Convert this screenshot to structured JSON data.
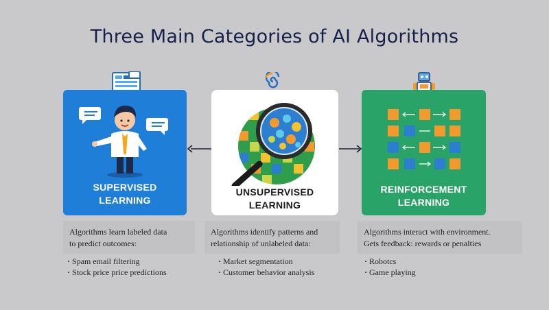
{
  "title": "Three Main Categories of AI Algorithms",
  "colors": {
    "background": "#c9c9cb",
    "supervised": "#1f7fd8",
    "unsupervised": "#ffffff",
    "reinforcement": "#2aa368",
    "title": "#16214a"
  },
  "categories": [
    {
      "label_line1": "SUPERVISED",
      "label_line2": "LEARNING",
      "icon": "person-with-speech-bubbles",
      "top_icon": "data-sheet-icon",
      "description_line1": "Algorithms learn labeled data",
      "description_line2": "to predict outcomes:",
      "examples": [
        "Spam email filtering",
        "Stock price price predictions"
      ]
    },
    {
      "label_line1": "UNSUPERVISED",
      "label_line2": "LEARNING",
      "icon": "magnifying-glass-clusters",
      "top_icon": "spiral-icon",
      "description_line1": "Algorithms identify patterns and",
      "description_line2": "relationship of unlabeled data:",
      "examples": [
        "Market segmentation",
        "Customer behavior analysis"
      ]
    },
    {
      "label_line1": "REINFORCEMENT",
      "label_line2": "LEARNING",
      "icon": "grid-of-squares-with-arrows",
      "top_icon": "robot-icon",
      "description_line1": "Algorithms interact with environment.",
      "description_line2": "Gets feedback: rewards or penalties",
      "examples": [
        "Robotcs",
        "Game playing"
      ]
    }
  ]
}
